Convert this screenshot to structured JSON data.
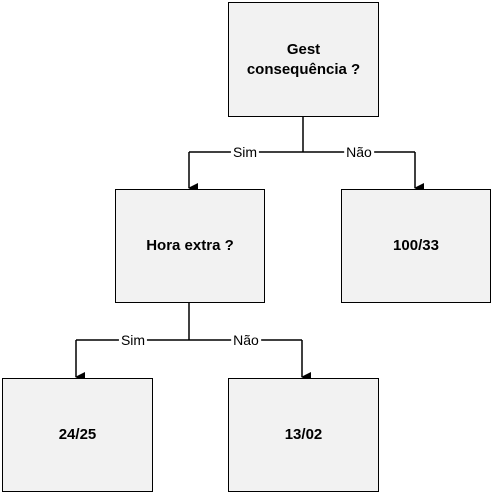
{
  "diagram": {
    "colors": {
      "node_fill": "#f2f2f2",
      "node_border": "#000000",
      "line": "#000000"
    },
    "nodes": {
      "root": "Gest\nconsequência ?",
      "overtime": "Hora extra ?",
      "leaf_100_33": "100/33",
      "leaf_24_25": "24/25",
      "leaf_13_02": "13/02"
    },
    "edges": {
      "root_yes": "Sim",
      "root_no": "Não",
      "overtime_yes": "Sim",
      "overtime_no": "Não"
    }
  }
}
